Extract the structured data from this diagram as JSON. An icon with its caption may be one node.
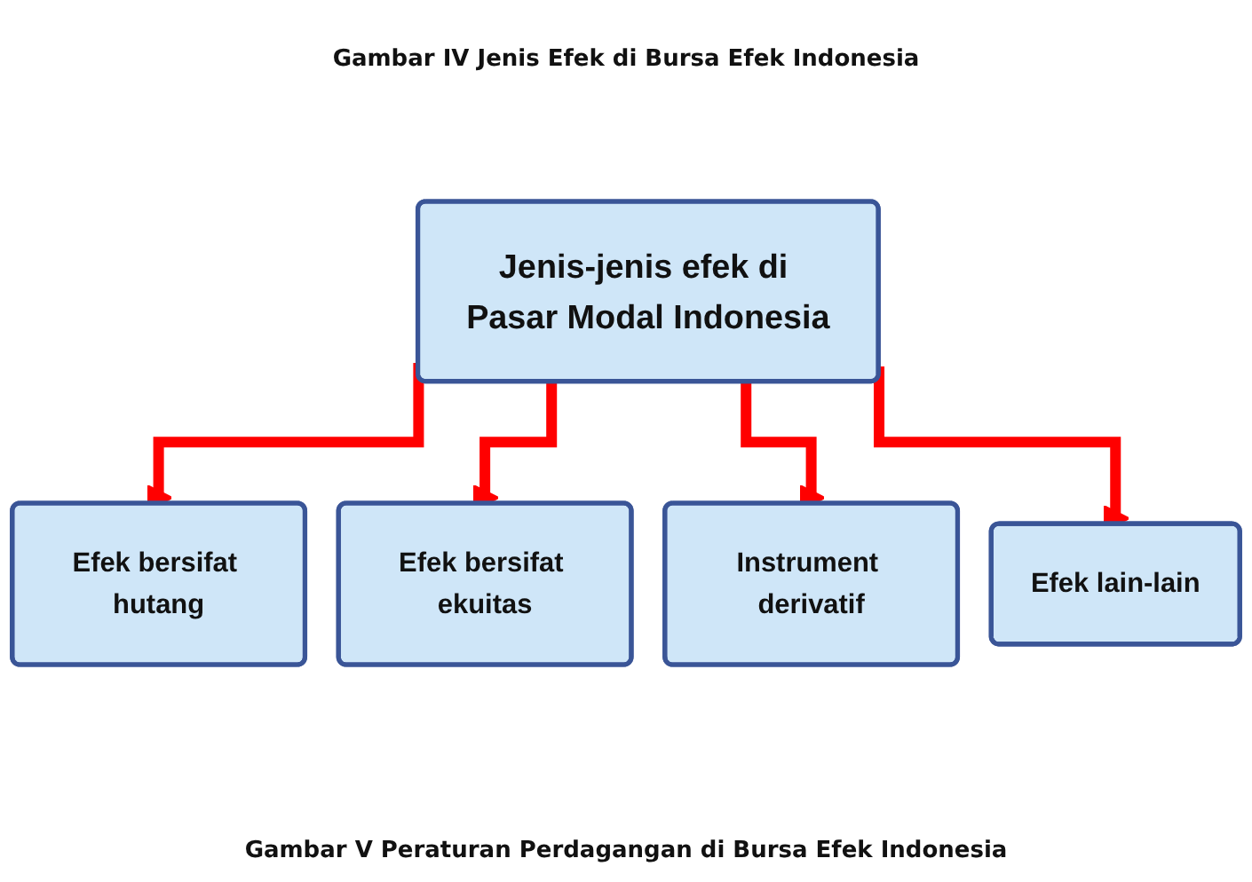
{
  "diagram": {
    "title": "Gambar IV Jenis Efek di Bursa Efek Indonesia",
    "nodes": [
      {
        "text": [
          "Jenis-jenis efek di Pasar Modal Indonesia"
        ]
      },
      {
        "text": [
          "Efek bersifat hutang"
        ]
      },
      {
        "text": [
          "Efek bersifat ekuitas"
        ]
      },
      {
        "text": [
          "Instrument derivatif"
        ]
      },
      {
        "text": [
          "Efek lain-lain"
        ]
      }
    ],
    "edges": [
      {
        "from": 0,
        "to": 1,
        "arrow": "to",
        "color": "#ff0000"
      },
      {
        "from": 0,
        "to": 2,
        "arrow": "to",
        "color": "#ff0000"
      },
      {
        "from": 0,
        "to": 3,
        "arrow": "to",
        "color": "#ff0000"
      },
      {
        "from": 0,
        "to": 4,
        "arrow": "to",
        "color": "#ff0000"
      }
    ],
    "labels": [
      "Gambar V Peraturan Perdagangan di Bursa Efek Indonesia"
    ]
  }
}
